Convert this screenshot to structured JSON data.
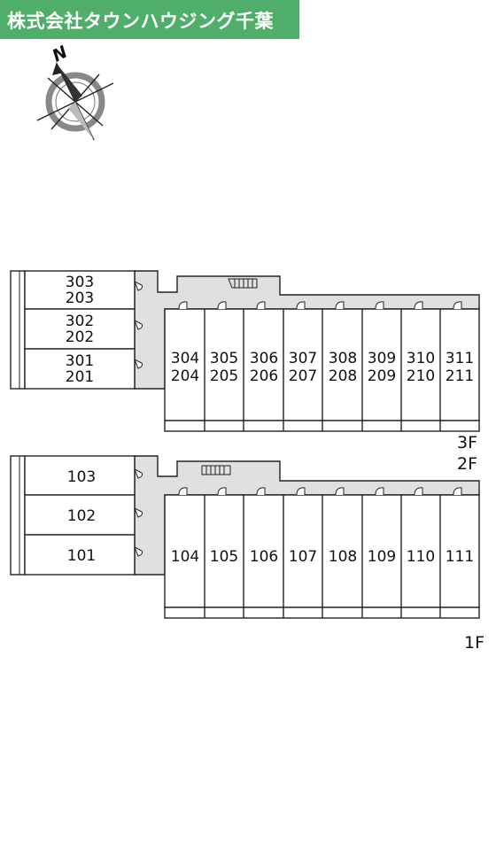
{
  "header": {
    "company_name": "株式会社タウンハウジング千葉",
    "bg_color": "#4fae6a"
  },
  "compass": {
    "north_label": "N"
  },
  "upper_floors": {
    "floor_labels": [
      "3F",
      "2F"
    ],
    "west_units": [
      {
        "line1": "303",
        "line2": "203"
      },
      {
        "line1": "302",
        "line2": "202"
      },
      {
        "line1": "301",
        "line2": "201"
      }
    ],
    "east_units": [
      {
        "line1": "304",
        "line2": "204"
      },
      {
        "line1": "305",
        "line2": "205"
      },
      {
        "line1": "306",
        "line2": "206"
      },
      {
        "line1": "307",
        "line2": "207"
      },
      {
        "line1": "308",
        "line2": "208"
      },
      {
        "line1": "309",
        "line2": "209"
      },
      {
        "line1": "310",
        "line2": "210"
      },
      {
        "line1": "311",
        "line2": "211"
      }
    ]
  },
  "ground_floor": {
    "floor_label": "1F",
    "west_units": [
      "103",
      "102",
      "101"
    ],
    "east_units": [
      "104",
      "105",
      "106",
      "107",
      "108",
      "109",
      "110",
      "111"
    ]
  },
  "colors": {
    "corridor": "#e0e0e0",
    "line": "#222222"
  }
}
